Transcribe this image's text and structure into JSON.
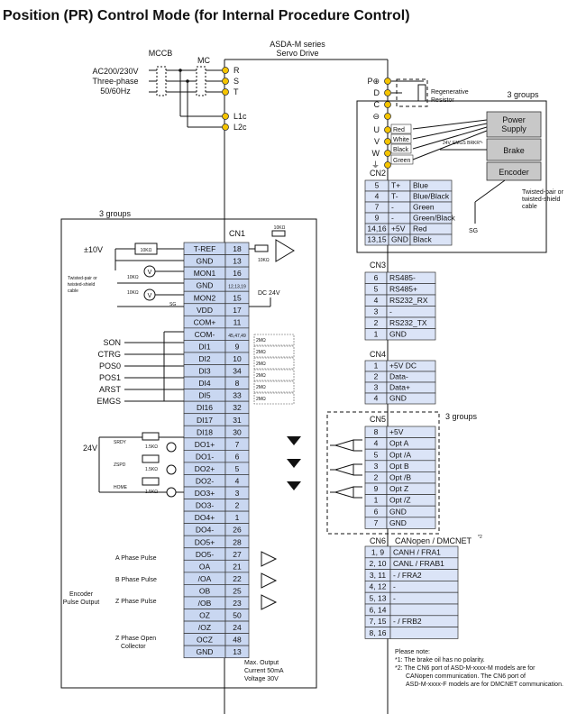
{
  "title": "Position (PR) Control Mode (for Internal Procedure Control)",
  "drive": {
    "line1": "ASDA-M series",
    "line2": "Servo Drive"
  },
  "power": {
    "mccb": "MCCB",
    "mc": "MC",
    "supply": [
      "AC200/230V",
      "Three-phase",
      "50/60Hz"
    ],
    "terminals": [
      "R",
      "S",
      "T",
      "L1c",
      "L2c"
    ]
  },
  "motor_side": {
    "terminals": [
      "P⊕",
      "D",
      "C",
      "⊖",
      "U",
      "V",
      "W",
      "⏚"
    ],
    "regen_label": [
      "Regenerative",
      "Resistor"
    ],
    "groups_label": "3 groups",
    "wire_colors": [
      "Red",
      "White",
      "Black",
      "Green"
    ],
    "power_supply": [
      "Power",
      "Supply"
    ],
    "brake": "Brake",
    "encoder": "Encoder",
    "brake_circuit": "24V",
    "emgs_brkr": "EMGS BRKR*¹",
    "twisted": [
      "Twisted-pair or",
      "twisted-shield",
      "cable"
    ],
    "sg": "SG"
  },
  "cn2": {
    "title": "CN2",
    "rows": [
      [
        "5",
        "T+",
        "Blue"
      ],
      [
        "4",
        "T-",
        "Blue/Black"
      ],
      [
        "7",
        "-",
        "Green"
      ],
      [
        "9",
        "-",
        "Green/Black"
      ],
      [
        "14,16",
        "+5V",
        "Red"
      ],
      [
        "13,15",
        "GND",
        "Black"
      ]
    ]
  },
  "cn3": {
    "title": "CN3",
    "rows": [
      [
        "6",
        "RS485-"
      ],
      [
        "5",
        "RS485+"
      ],
      [
        "4",
        "RS232_RX"
      ],
      [
        "3",
        "-"
      ],
      [
        "2",
        "RS232_TX"
      ],
      [
        "1",
        "GND"
      ]
    ]
  },
  "cn4": {
    "title": "CN4",
    "rows": [
      [
        "1",
        "+5V DC"
      ],
      [
        "2",
        "Data-"
      ],
      [
        "3",
        "Data+"
      ],
      [
        "4",
        "GND"
      ]
    ]
  },
  "cn5": {
    "title": "CN5",
    "groups_label": "3 groups",
    "rows": [
      [
        "8",
        "+5V"
      ],
      [
        "4",
        "Opt A"
      ],
      [
        "5",
        "Opt /A"
      ],
      [
        "3",
        "Opt B"
      ],
      [
        "2",
        "Opt /B"
      ],
      [
        "9",
        "Opt Z"
      ],
      [
        "1",
        "Opt /Z"
      ],
      [
        "6",
        "GND"
      ],
      [
        "7",
        "GND"
      ]
    ]
  },
  "cn6": {
    "title": "CN6",
    "header": "CANopen / DMCNET",
    "header_note": "*2",
    "rows": [
      [
        "1, 9",
        "CANH / FRA1"
      ],
      [
        "2, 10",
        "CANL / FRAB1"
      ],
      [
        "3, 11",
        "- / FRA2"
      ],
      [
        "4, 12",
        "-"
      ],
      [
        "5, 13",
        "-"
      ],
      [
        "6, 14",
        ""
      ],
      [
        "7, 15",
        "- / FRB2"
      ],
      [
        "8, 16",
        ""
      ]
    ]
  },
  "notes": {
    "heading": "Please note:",
    "lines": [
      "*1: The brake oil has no polarity.",
      "*2: The CN6 port of ASD-M-xxxx-M models are for",
      "CANopen communication. The CN6 port of",
      "ASD-M-xxxx-F models are for DMCNET communication."
    ]
  },
  "left_group_label": "3 groups",
  "cn1": {
    "title": "CN1",
    "rows": [
      [
        "T-REF",
        "18"
      ],
      [
        "GND",
        "13"
      ],
      [
        "MON1",
        "16"
      ],
      [
        "GND",
        "12,13,19"
      ],
      [
        "MON2",
        "15"
      ],
      [
        "VDD",
        "17"
      ],
      [
        "COM+",
        "11"
      ],
      [
        "COM-",
        "45,47,49"
      ],
      [
        "DI1",
        "9"
      ],
      [
        "DI2",
        "10"
      ],
      [
        "DI3",
        "34"
      ],
      [
        "DI4",
        "8"
      ],
      [
        "DI5",
        "33"
      ],
      [
        "DI16",
        "32"
      ],
      [
        "DI17",
        "31"
      ],
      [
        "DI18",
        "30"
      ],
      [
        "DO1+",
        "7"
      ],
      [
        "DO1-",
        "6"
      ],
      [
        "DO2+",
        "5"
      ],
      [
        "DO2-",
        "4"
      ],
      [
        "DO3+",
        "3"
      ],
      [
        "DO3-",
        "2"
      ],
      [
        "DO4+",
        "1"
      ],
      [
        "DO4-",
        "26"
      ],
      [
        "DO5+",
        "28"
      ],
      [
        "DO5-",
        "27"
      ],
      [
        "OA",
        "21"
      ],
      [
        "/OA",
        "22"
      ],
      [
        "OB",
        "25"
      ],
      [
        "/OB",
        "23"
      ],
      [
        "OZ",
        "50"
      ],
      [
        "/OZ",
        "24"
      ],
      [
        "OCZ",
        "48"
      ],
      [
        "GND",
        "13"
      ]
    ]
  },
  "cn1_left": {
    "v10": "±10V",
    "r10k": "10KΩ",
    "twisted": [
      "Twisted-pair or",
      "twisted-shield",
      "cable"
    ],
    "sg": "SG",
    "dc24": "DC 24V",
    "inputs": [
      "SON",
      "CTRG",
      "POS0",
      "POS1",
      "ARST",
      "EMGS"
    ],
    "v24": "24V",
    "do_labels": [
      "SRDY",
      "ZSPD",
      "HOME"
    ],
    "r15k": "1.5KΩ",
    "opto_label": "2MΩ",
    "pulse_labels": [
      "A Phase Pulse",
      "B Phase Pulse",
      "Z Phase Pulse"
    ],
    "encoder_output": [
      "Encoder",
      "Pulse Output"
    ],
    "zopen": [
      "Z Phase Open",
      "Collector"
    ],
    "max_output": [
      "Max. Output",
      "Current 50mA",
      "Voltage 30V"
    ]
  }
}
